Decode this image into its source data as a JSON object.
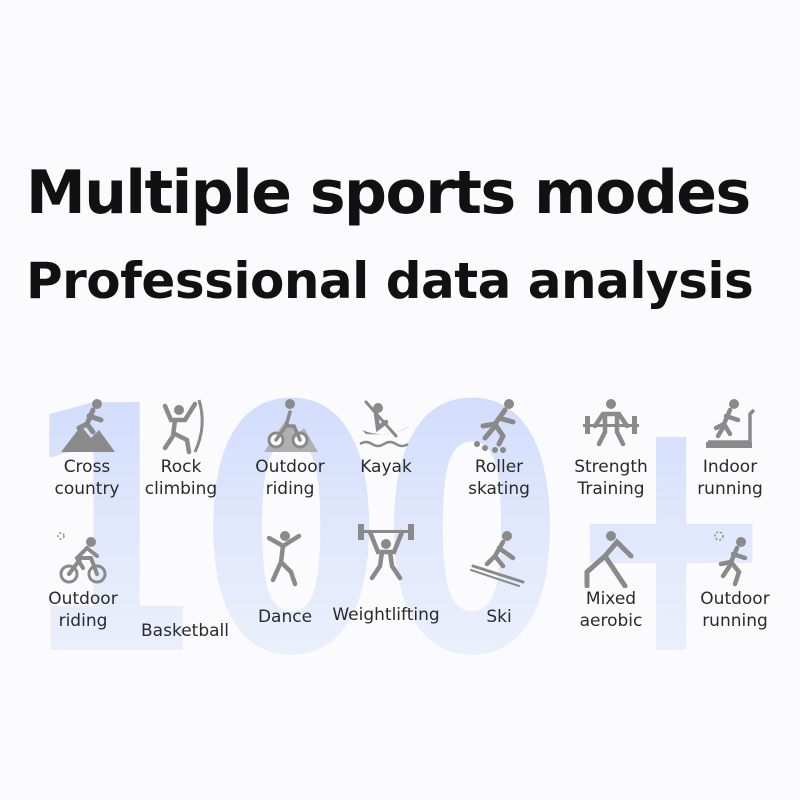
{
  "headline": "Multiple sports modes",
  "subheadline": "Professional data analysis",
  "background_text": "100+",
  "colors": {
    "ink": "#111111",
    "icon": "#8a8a8a",
    "watermark": "#c9d6fb"
  },
  "sports_row1": [
    {
      "label_line1": "Cross",
      "label_line2": "country",
      "icon": "cross-country-icon"
    },
    {
      "label_line1": "Rock",
      "label_line2": "climbing",
      "icon": "rock-climbing-icon"
    },
    {
      "label_line1": "Outdoor",
      "label_line2": "riding",
      "icon": "mountain-bike-icon"
    },
    {
      "label_line1": "Kayak",
      "label_line2": "",
      "icon": "kayak-icon"
    },
    {
      "label_line1": "Roller",
      "label_line2": "skating",
      "icon": "roller-skate-icon"
    },
    {
      "label_line1": "Strength",
      "label_line2": "Training",
      "icon": "strength-icon"
    },
    {
      "label_line1": "Indoor",
      "label_line2": "running",
      "icon": "treadmill-icon"
    }
  ],
  "sports_row2": [
    {
      "label_line1": "Outdoor",
      "label_line2": "riding",
      "icon": "cycling-icon"
    },
    {
      "label_line1": "Basketball",
      "label_line2": "",
      "icon": "basketball-icon"
    },
    {
      "label_line1": "Dance",
      "label_line2": "",
      "icon": "dance-icon"
    },
    {
      "label_line1": "Weightlifting",
      "label_line2": "",
      "icon": "weightlifting-icon"
    },
    {
      "label_line1": "Ski",
      "label_line2": "",
      "icon": "ski-icon"
    },
    {
      "label_line1": "Mixed",
      "label_line2": "aerobic",
      "icon": "aerobic-icon"
    },
    {
      "label_line1": "Outdoor",
      "label_line2": "running",
      "icon": "outdoor-running-icon"
    }
  ]
}
